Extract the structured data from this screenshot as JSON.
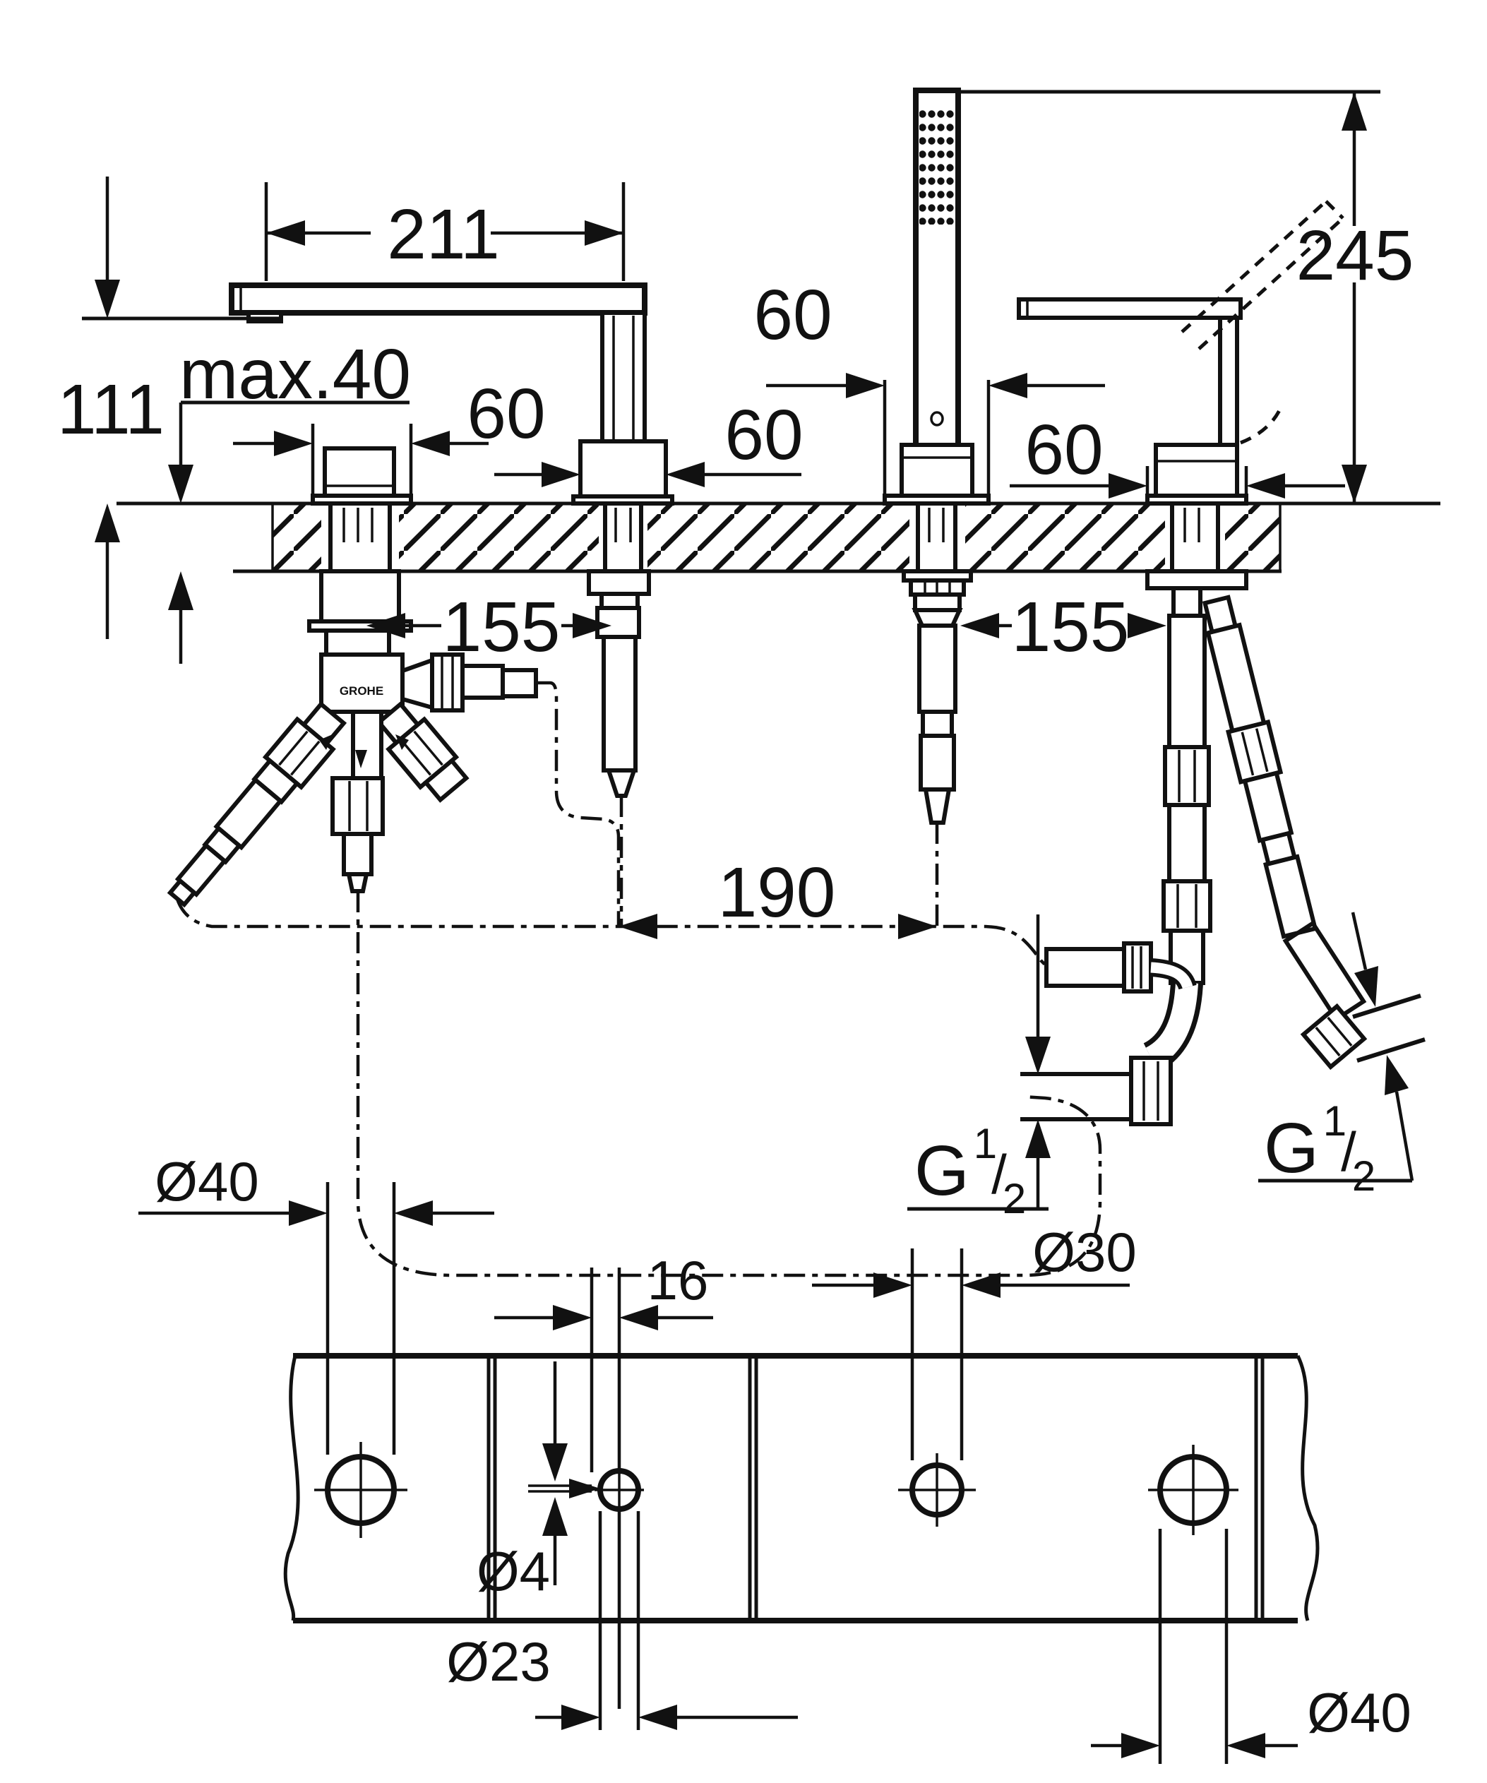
{
  "drawing": {
    "kind": "technical installation dimension drawing",
    "product": "deck-mounted 4-hole bath combination (spout, shut-off valve, hand shower, single-lever mixer)",
    "views": [
      "side elevation with below-deck hose connections",
      "deck drilling template (plan strip)"
    ]
  },
  "colors": {
    "line": "#111111",
    "background": "#ffffff"
  },
  "dimensions": {
    "spout_reach": "211",
    "height_above_rim": "245",
    "max_deck_thickness": "max.40",
    "spout_outlet_height": "111",
    "escutcheon_width_valve": "60",
    "escutcheon_width_spout": "60",
    "escutcheon_width_shower": "60",
    "escutcheon_width_mixer": "60",
    "below_deck_offset_left": "155",
    "below_deck_offset_right": "155",
    "hose_center_distance": "190",
    "thread_g": "G",
    "thread_num": "1",
    "thread_slash": "/",
    "thread_den": "2",
    "hole_valve": "Ø40",
    "pilot_offset": "16",
    "hole_shower": "Ø30",
    "hole_spout_pilot": "Ø4",
    "hole_spout": "Ø23",
    "hole_mixer": "Ø40"
  },
  "brand": "GROHE"
}
